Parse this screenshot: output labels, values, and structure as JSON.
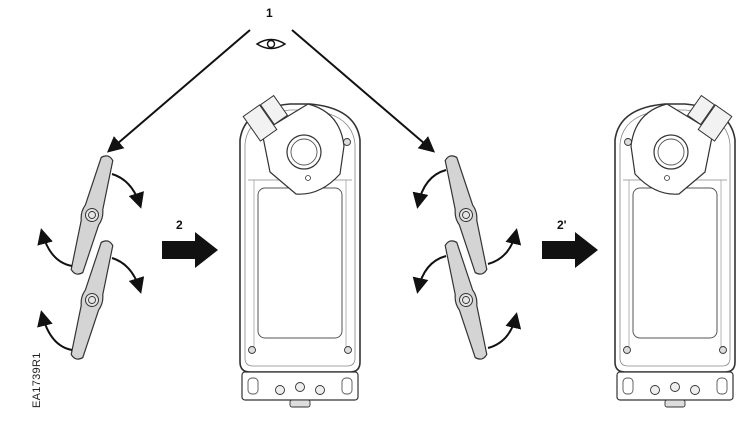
{
  "diagram": {
    "type": "installation-orientation",
    "labels": {
      "view": "1",
      "step_a": "2",
      "step_b": "2'"
    },
    "figure_code": "EA1739R1",
    "icons": [
      "eye-icon",
      "linkage-arm-icon",
      "rotation-arrow-icon",
      "actuator-housing-icon",
      "block-arrow-icon"
    ],
    "colors": {
      "stroke": "#1a1a1a",
      "arm_fill": "#d4d4d4",
      "housing_stroke": "#555555",
      "background": "#ffffff"
    },
    "panels": [
      {
        "name": "left-linkage-pair",
        "arrows": "clockwise-right, counterclockwise-left"
      },
      {
        "name": "actuator-orientation-a",
        "connector": "upper-left"
      },
      {
        "name": "right-linkage-pair",
        "arrows": "counterclockwise-left, clockwise-right"
      },
      {
        "name": "actuator-orientation-b",
        "connector": "upper-right"
      }
    ]
  }
}
